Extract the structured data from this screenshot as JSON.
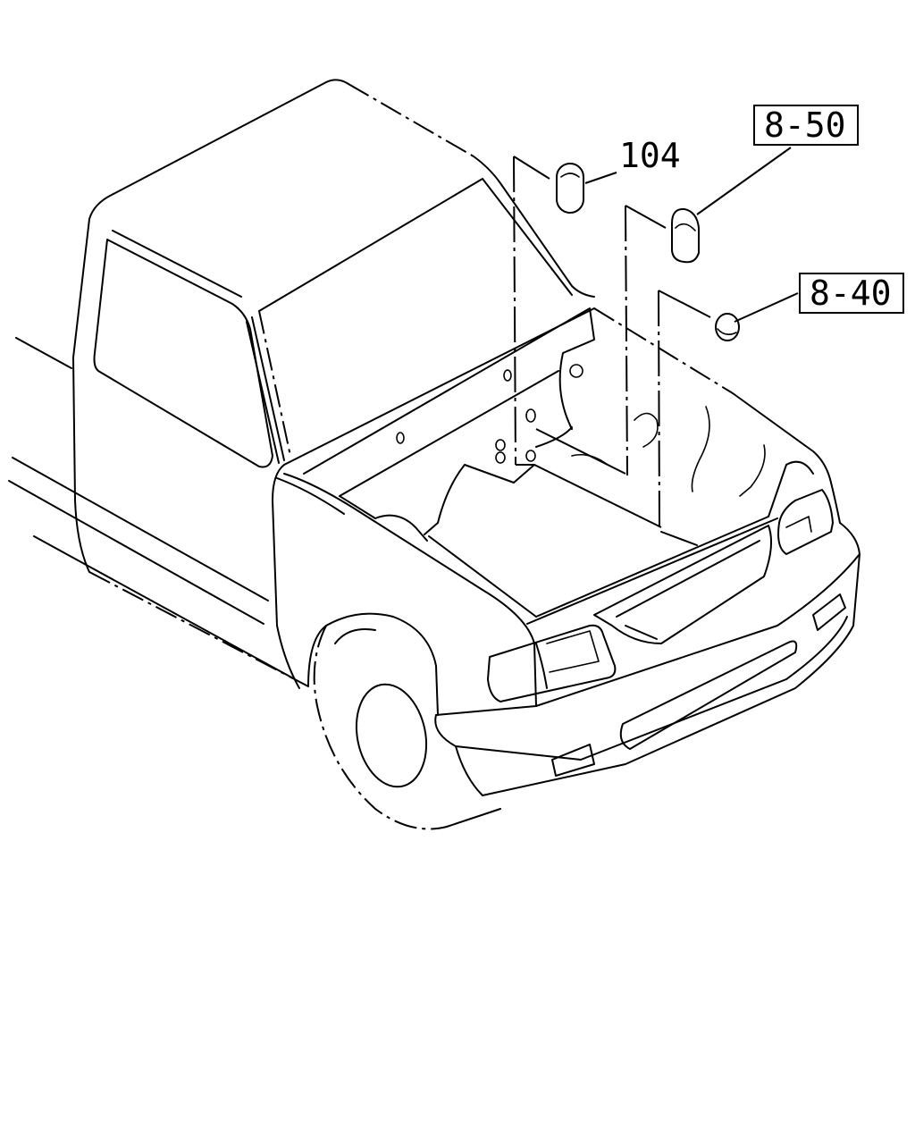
{
  "callouts": {
    "part_104": "104",
    "ref_8_50": "8-50",
    "ref_8_40": "8-40"
  }
}
